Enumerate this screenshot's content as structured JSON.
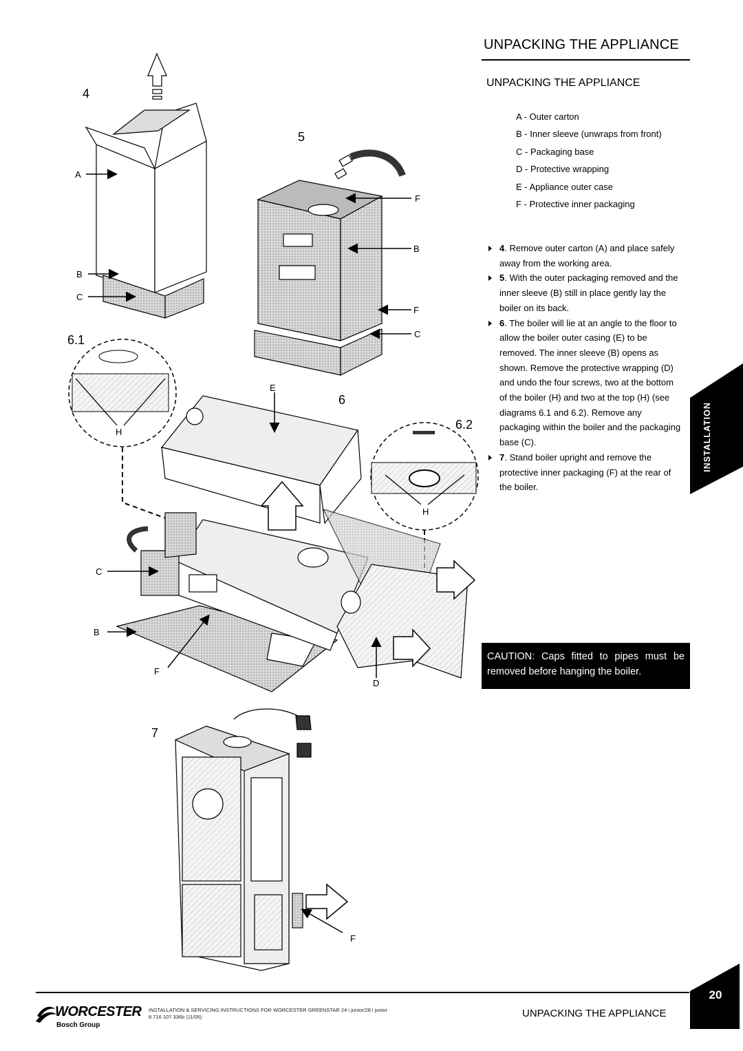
{
  "header": {
    "title": "UNPACKING THE APPLIANCE",
    "section_title": "UNPACKING THE APPLIANCE"
  },
  "legend": [
    "A - Outer carton",
    "B - Inner sleeve (unwraps from front)",
    "C - Packaging base",
    "D - Protective wrapping",
    "E - Appliance outer case",
    "F - Protective inner packaging"
  ],
  "steps": [
    {
      "num": "4",
      "text": ". Remove outer carton (A) and place safely away from the working area."
    },
    {
      "num": "5",
      "text": ". With the outer packaging removed and the inner sleeve (B) still in place gently lay  the boiler on its back."
    },
    {
      "num": "6",
      "text": ". The boiler will lie at an angle to the floor to allow the boiler outer casing (E) to be removed. The inner sleeve (B) opens as shown. Remove the protective wrapping (D) and undo the four screws, two at the bottom of the boiler (H) and two at the top (H) (see diagrams 6.1 and 6.2). Remove any packaging within the boiler and the packaging base (C)."
    },
    {
      "num": "7",
      "text": ". Stand boiler upright and remove the protective inner packaging (F) at the rear of the boiler."
    }
  ],
  "caution": "CAUTION: Caps fitted to pipes must be removed before hanging the boiler.",
  "side_tab": "INSTALLATION",
  "figure": {
    "step4": "4",
    "step5": "5",
    "step6": "6",
    "step61": "6.1",
    "step62": "6.2",
    "step7": "7",
    "label_a": "A",
    "label_b": "B",
    "label_c": "C",
    "label_d": "D",
    "label_e": "E",
    "label_f": "F",
    "label_h": "H"
  },
  "footer": {
    "logo_word": "WORCESTER",
    "logo_sub": "Bosch Group",
    "doc_line1": "INSTALLATION & SERVICING INSTRUCTIONS FOR WORCESTER GREENSTAR 24 i junior/28 i junior",
    "doc_line2": "8 716 107 336b (11/05)",
    "section": "UNPACKING THE APPLIANCE",
    "page_number": "20"
  }
}
